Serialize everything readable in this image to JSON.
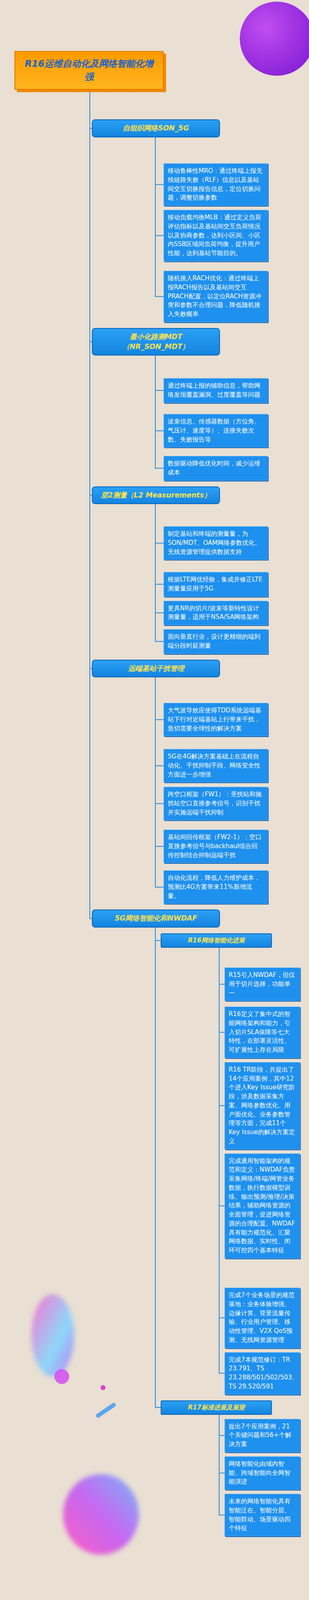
{
  "diagram": {
    "nodes": [
      {
        "text": [
          "R16运维自动化及网络智能化增强"
        ]
      },
      {
        "text": [
          "自组织网络SON_5G"
        ]
      },
      {
        "text": [
          "移动鲁棒性MRO：通过终端上报无线链路失败（RLF）信息以及基站间交互切换报告信息，定位切换问题，调整切换参数"
        ]
      },
      {
        "text": [
          "移动负载均衡MLB：通过定义负荷评估指标以及基站间交互负荷情况以及协商参数，达到小区间、小区内SSB区域间负荷均衡，提升用户性能，达到基站节能目的。"
        ]
      },
      {
        "text": [
          "随机接入RACH优化：通过终端上报RACH报告以及基站间交互PRACH配置，以定位RACH资源冲突和参数不合理问题，降低随机接入失败概率"
        ]
      },
      {
        "text": [
          "最小化路测MDT（NR_SON_MDT）"
        ]
      },
      {
        "text": [
          "通过终端上报的辅助信息，帮助网络发现覆盖漏洞、过度覆盖等问题"
        ]
      },
      {
        "text": [
          "波束信息、传感器数据（方位角、气压计、速度等）、连接失败次数、失败报告等"
        ]
      },
      {
        "text": [
          "数据驱动降低优化时间，减少运维成本"
        ]
      },
      {
        "text": [
          "层2测量（L2 Measurements）"
        ]
      },
      {
        "text": [
          "制定基站和终端的测量量，为SON/MDT、OAM网络参数优化、无线资源管理提供数据支持"
        ]
      },
      {
        "text": [
          "根据LTE网优经验，集成并修正LTE测量量应用于5G"
        ]
      },
      {
        "text": [
          "更具NR的切片/波束等新特性设计测量量，适用于NSA/SA网络架构"
        ]
      },
      {
        "text": [
          "面向垂直行业，设计更精细的端到端分段时延测量"
        ]
      },
      {
        "text": [
          "远端基站干扰管理"
        ]
      },
      {
        "text": [
          "大气波导效应使得TDD系统远端基站下行对近端基站上行带来干扰，急切需要全球性的解决方案"
        ]
      },
      {
        "text": [
          "5G在4G解决方案基础上在流程自动化、干扰抑制手段、网络安全性方面进一步增强"
        ]
      },
      {
        "text": [
          "跨空口框架（FW1）：受扰站和施扰站空口直接参考信号，识别干扰并实施远端干扰抑制"
        ]
      },
      {
        "text": [
          "基站间回传框架（FW2-1）：空口直接参考信号与backhaul综合回传控制结合抑制远端干扰"
        ]
      },
      {
        "text": [
          "自动化流程，降低人力维护成本，预测比4G方案带来11%新增流量。"
        ]
      },
      {
        "text": [
          "5G网络智能化和NWDAF"
        ]
      },
      {
        "text": [
          "R16网络智能化进展"
        ]
      },
      {
        "text": [
          "R15引入NWDAF，但仅用于切片选择，功能单一"
        ]
      },
      {
        "text": [
          "R16定义了集中式的智能网络架构和能力，引入切片SLA保障等七大特性，在部署灵活性、可扩展性上存在局限"
        ]
      },
      {
        "text": [
          "R16 TR阶段，共提出了14个应用案例，其中12个进入Key Issue研究阶段，涉及数据采集方案、网络参数优化、用户面优化、业务参数管理等方面，完成11个Key Issue的解决方案定义"
        ]
      },
      {
        "text": [
          "完成通用智能架构的规范和定义：NWDAF负责采集网络/终端/网管业务数据，执行数据模型训练、输出预测/推理/决策结果，辅助网络资源的全面管理，促进网络资源的合理配置。NWDAF具有能力规范化、汇聚网络数据、实时性、闭环可控四个基本特征"
        ]
      },
      {
        "text": [
          "完成7个业务场景的规范落地：业务体验增强、边缘计算、背景流量传输、行业用户管理、移动性管理、V2X QoS预测、无线网资源管理"
        ]
      },
      {
        "text": [
          "完成7本规范修订：TR 23.791、TS 23.288/501/502/503、TS 29.520/591"
        ]
      },
      {
        "text": [
          "R17标准进展及展望"
        ]
      },
      {
        "text": [
          "提出7个应用案例，21个关键问题和56+个解决方案"
        ]
      },
      {
        "text": [
          "网络智能化由域内智能、跨域智能向全网智能演进"
        ]
      },
      {
        "text": [
          "未来的网络智能化具有智能泛在、智能分层、智能联动、场景驱动四个特征"
        ]
      }
    ],
    "edges": [
      {
        "from": 0,
        "to": 1,
        "arrow": "none"
      },
      {
        "from": 0,
        "to": 5,
        "arrow": "none"
      },
      {
        "from": 0,
        "to": 9,
        "arrow": "none"
      },
      {
        "from": 0,
        "to": 14,
        "arrow": "none"
      },
      {
        "from": 0,
        "to": 20,
        "arrow": "none"
      },
      {
        "from": 1,
        "to": 2,
        "arrow": "none"
      },
      {
        "from": 1,
        "to": 3,
        "arrow": "none"
      },
      {
        "from": 1,
        "to": 4,
        "arrow": "none"
      },
      {
        "from": 5,
        "to": 6,
        "arrow": "none"
      },
      {
        "from": 5,
        "to": 7,
        "arrow": "none"
      },
      {
        "from": 5,
        "to": 8,
        "arrow": "none"
      },
      {
        "from": 9,
        "to": 10,
        "arrow": "none"
      },
      {
        "from": 9,
        "to": 11,
        "arrow": "none"
      },
      {
        "from": 9,
        "to": 12,
        "arrow": "none"
      },
      {
        "from": 9,
        "to": 13,
        "arrow": "none"
      },
      {
        "from": 14,
        "to": 15,
        "arrow": "none"
      },
      {
        "from": 14,
        "to": 16,
        "arrow": "none"
      },
      {
        "from": 14,
        "to": 17,
        "arrow": "none"
      },
      {
        "from": 14,
        "to": 18,
        "arrow": "none"
      },
      {
        "from": 14,
        "to": 19,
        "arrow": "none"
      },
      {
        "from": 20,
        "to": 21,
        "arrow": "none"
      },
      {
        "from": 20,
        "to": 28,
        "arrow": "none"
      },
      {
        "from": 21,
        "to": 22,
        "arrow": "none"
      },
      {
        "from": 21,
        "to": 23,
        "arrow": "none"
      },
      {
        "from": 21,
        "to": 24,
        "arrow": "none"
      },
      {
        "from": 21,
        "to": 25,
        "arrow": "none"
      },
      {
        "from": 21,
        "to": 26,
        "arrow": "none"
      },
      {
        "from": 21,
        "to": 27,
        "arrow": "none"
      },
      {
        "from": 28,
        "to": 29,
        "arrow": "none"
      },
      {
        "from": 28,
        "to": 30,
        "arrow": "none"
      },
      {
        "from": 28,
        "to": 31,
        "arrow": "none"
      }
    ]
  }
}
